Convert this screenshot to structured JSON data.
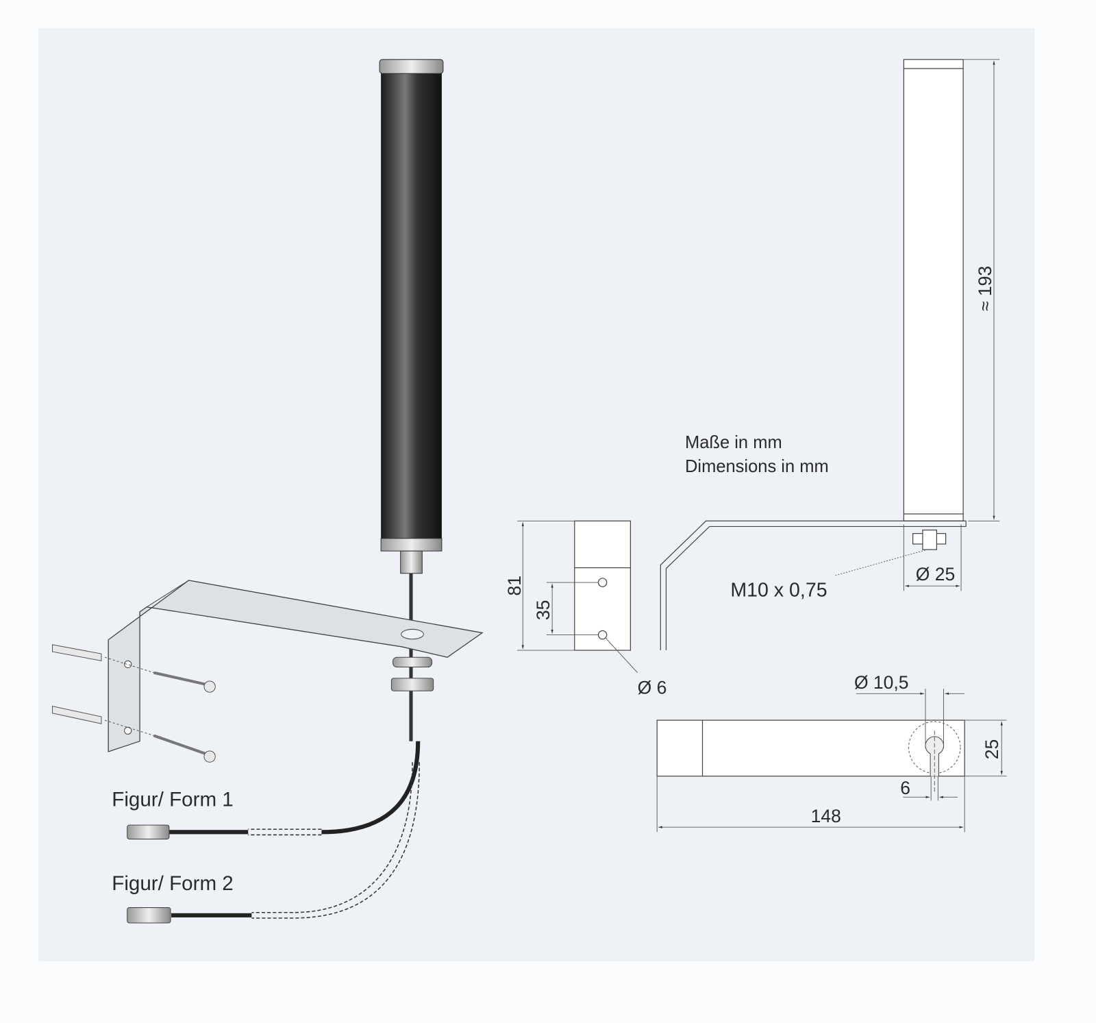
{
  "notes": {
    "unit_de": "Maße in mm",
    "unit_en": "Dimensions in mm"
  },
  "labels": {
    "form1": "Figur/ Form 1",
    "form2": "Figur/ Form 2",
    "thread": "M10 x 0,75"
  },
  "dimensions": {
    "height": "≈ 193",
    "diameter_antenna": "Ø 25",
    "bracket_height": "81",
    "hole_spacing": "35",
    "hole_diameter": "Ø 6",
    "slot_diameter": "Ø 10,5",
    "bracket_width": "25",
    "slot_width": "6",
    "bracket_length": "148"
  },
  "colors": {
    "background": "#eef2f6",
    "antenna": "#2b2b2b",
    "bracket": "#dde1e4"
  }
}
